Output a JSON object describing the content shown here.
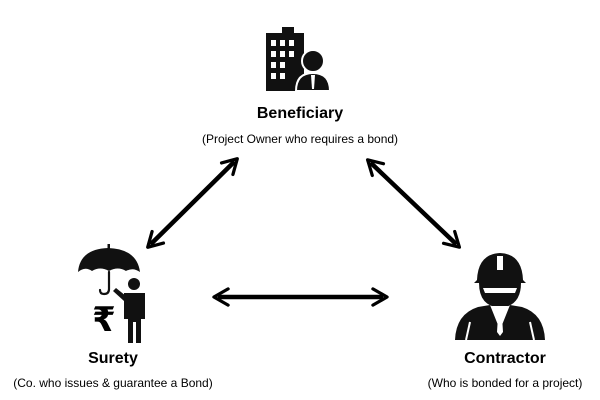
{
  "beneficiary": {
    "title": "Beneficiary",
    "subtitle": "(Project Owner who requires a bond)",
    "icon": "office-building-person-icon"
  },
  "surety": {
    "title": "Surety",
    "subtitle": "(Co. who issues & guarantee a Bond)",
    "icon": "umbrella-person-rupee-icon",
    "currency_symbol": "₹"
  },
  "contractor": {
    "title": "Contractor",
    "subtitle": "(Who is bonded for a project)",
    "icon": "hard-hat-worker-icon"
  },
  "arrows": [
    {
      "from": "beneficiary",
      "to": "surety",
      "style": "double-headed"
    },
    {
      "from": "beneficiary",
      "to": "contractor",
      "style": "double-headed"
    },
    {
      "from": "surety",
      "to": "contractor",
      "style": "double-headed"
    }
  ],
  "colors": {
    "stroke": "#000000",
    "icon": "#111111",
    "background": "#ffffff"
  }
}
